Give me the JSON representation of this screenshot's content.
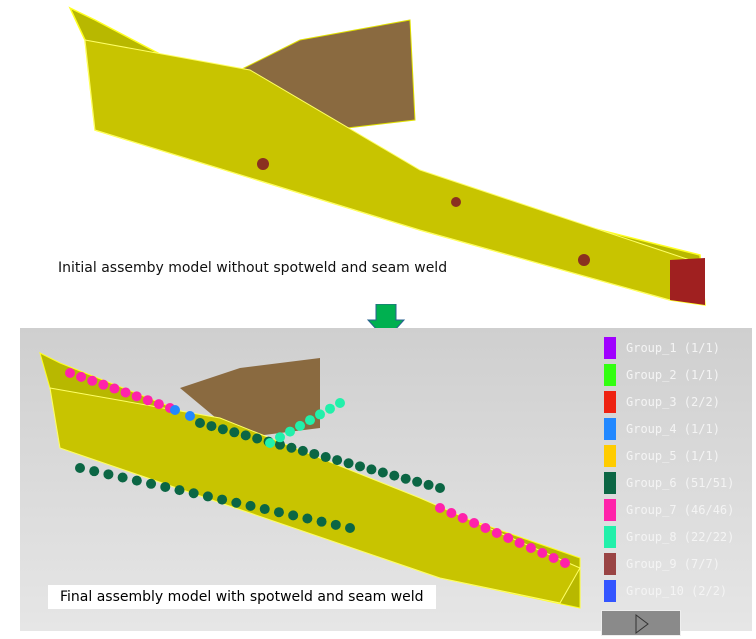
{
  "captions": {
    "initial": "Initial assemby model without spotweld and seam weld",
    "final": "Final assembly model with spotweld and seam weld"
  },
  "arrow": {
    "icon": "arrow-down-icon",
    "color": "#00b050"
  },
  "legend": [
    {
      "label": "Group_1 (1/1)",
      "color": "#a000ff"
    },
    {
      "label": "Group_2 (1/1)",
      "color": "#33ff11"
    },
    {
      "label": "Group_3 (2/2)",
      "color": "#ee2211"
    },
    {
      "label": "Group_4 (1/1)",
      "color": "#2288ff"
    },
    {
      "label": "Group_5 (1/1)",
      "color": "#ffcc00"
    },
    {
      "label": "Group_6 (51/51)",
      "color": "#0b6644"
    },
    {
      "label": "Group_7 (46/46)",
      "color": "#ff22aa"
    },
    {
      "label": "Group_8 (22/22)",
      "color": "#22f0aa"
    },
    {
      "label": "Group_9 (7/7)",
      "color": "#994444"
    },
    {
      "label": "Group_10 (2/2)",
      "color": "#3355ff"
    }
  ],
  "play_icon": "play-icon"
}
